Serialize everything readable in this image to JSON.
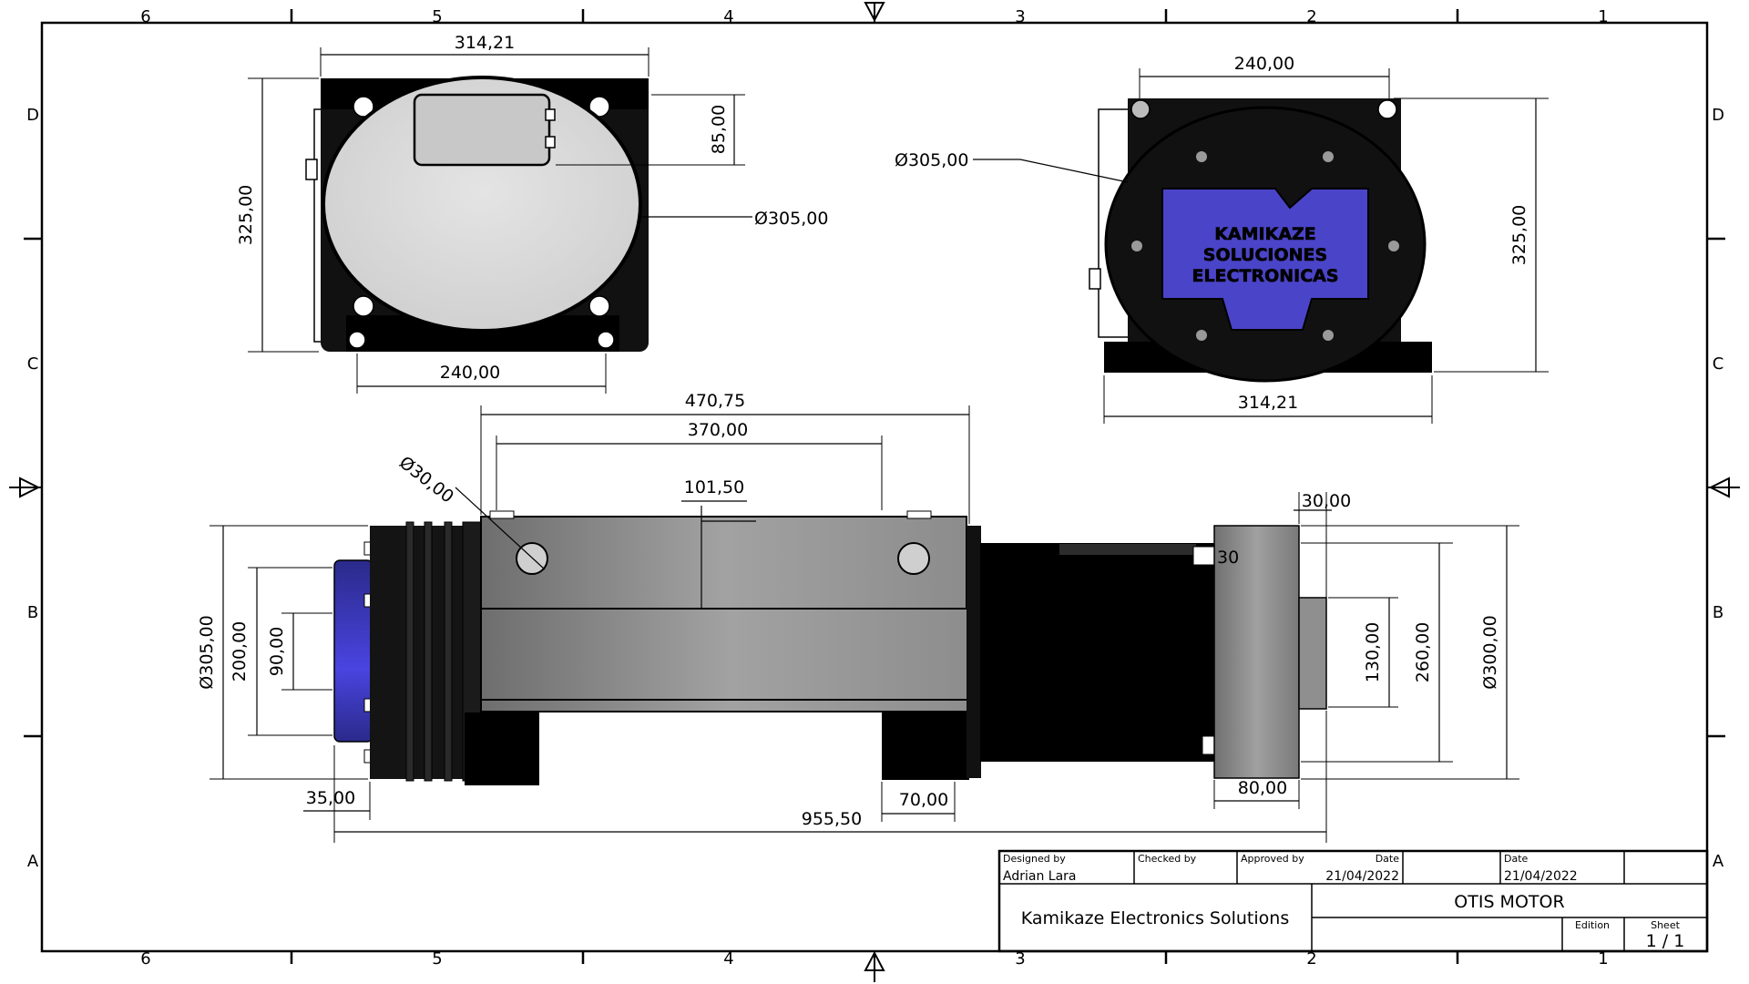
{
  "zones": {
    "columns": [
      "6",
      "5",
      "4",
      "3",
      "2",
      "1"
    ],
    "rows": [
      "D",
      "C",
      "B",
      "A"
    ]
  },
  "top_left_view": {
    "width_top": "314,21",
    "width_bottom": "240,00",
    "height": "325,00",
    "box_height": "85,00",
    "diameter": "Ø305,00"
  },
  "top_right_view": {
    "width_top": "240,00",
    "width_bottom": "314,21",
    "height": "325,00",
    "diameter": "Ø305,00",
    "logo_line1": "KAMIKAZE",
    "logo_line2": "SOLUCIONES",
    "logo_line3": "ELECTRONICAS"
  },
  "side_view": {
    "overall_body": "470,75",
    "body_length": "370,00",
    "center_offset": "101,50",
    "hole_diameter": "Ø30,00",
    "flange_thickness": "30,00",
    "small_label": "30",
    "left_diameter": "Ø305,00",
    "left_inner": "200,00",
    "left_hub": "90,00",
    "right_shaft": "130,00",
    "right_inner": "260,00",
    "right_diameter": "Ø300,00",
    "left_offset": "35,00",
    "foot_width": "70,00",
    "flange_width": "80,00",
    "overall_length": "955,50"
  },
  "title_block": {
    "designed_by_label": "Designed by",
    "designed_by": "Adrian Lara",
    "checked_by_label": "Checked by",
    "approved_by_label": "Approved by",
    "date_label_1": "Date",
    "date_1": "21/04/2022",
    "date_label_2": "Date",
    "date_2": "21/04/2022",
    "company": "Kamikaze Electronics Solutions",
    "title": "OTIS MOTOR",
    "edition_label": "Edition",
    "sheet_label": "Sheet",
    "sheet": "1 / 1"
  },
  "colors": {
    "logo_blue": "#4a44c8",
    "body_grey": "#8a8a8a",
    "face_light": "#d9d9d9"
  }
}
